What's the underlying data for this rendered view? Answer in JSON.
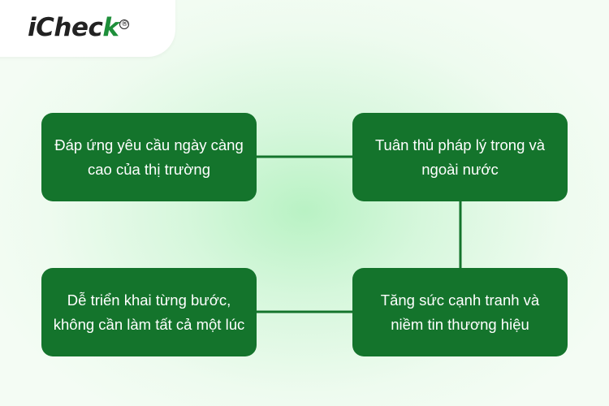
{
  "brand": {
    "logo_prefix": "iChec",
    "logo_accent": "k",
    "logo_mark": "®",
    "accent_color": "#1e8f3a"
  },
  "diagram": {
    "box_color": "#14742c",
    "connector_color": "#14742c",
    "nodes": [
      {
        "id": "box-1",
        "text": "Đáp ứng yêu cầu ngày càng cao của thị trường"
      },
      {
        "id": "box-2",
        "text": "Tuân thủ pháp lý trong và ngoài nước"
      },
      {
        "id": "box-3",
        "text": "Tăng sức cạnh tranh và niềm tin thương hiệu"
      },
      {
        "id": "box-4",
        "text": "Dễ triển khai từng bước, không cần làm tất cả một lúc"
      }
    ],
    "edges": [
      {
        "from": "box-1",
        "to": "box-2"
      },
      {
        "from": "box-2",
        "to": "box-3"
      },
      {
        "from": "box-3",
        "to": "box-4"
      }
    ]
  }
}
